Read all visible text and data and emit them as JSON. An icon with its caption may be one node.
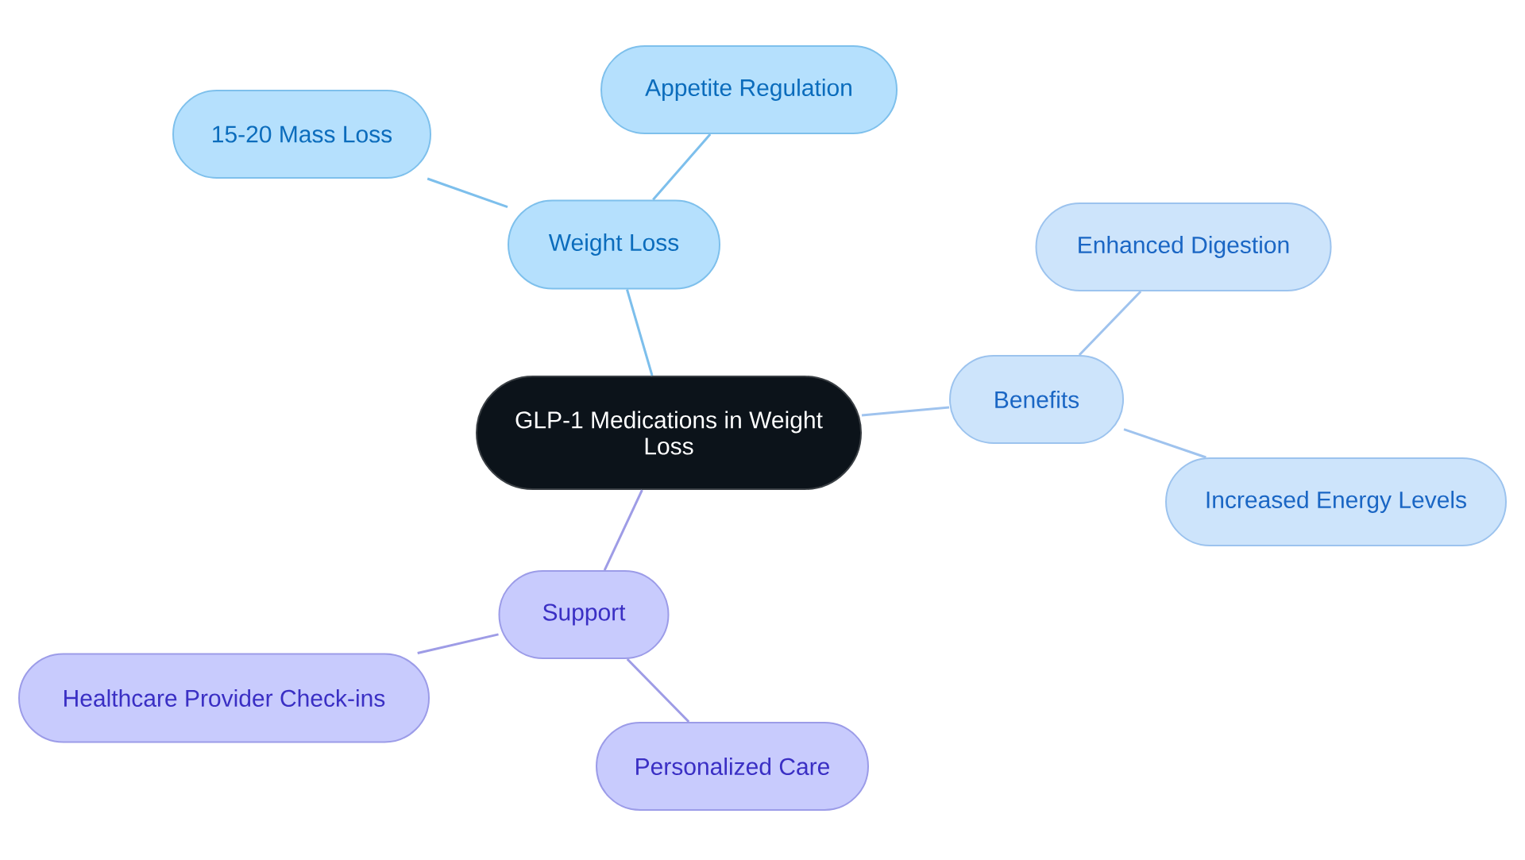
{
  "diagram": {
    "nodes": [
      {
        "text": [
          "GLP-1 Medications in Weight Loss"
        ]
      },
      {
        "text": [
          "Weight Loss"
        ]
      },
      {
        "text": [
          "15-20 Mass Loss"
        ]
      },
      {
        "text": [
          "Appetite Regulation"
        ]
      },
      {
        "text": [
          "Benefits"
        ]
      },
      {
        "text": [
          "Enhanced Digestion"
        ]
      },
      {
        "text": [
          "Increased Energy Levels"
        ]
      },
      {
        "text": [
          "Support"
        ]
      },
      {
        "text": [
          "Healthcare Provider Check-ins"
        ]
      },
      {
        "text": [
          "Personalized Care"
        ]
      }
    ],
    "edges": [
      {
        "from": 0,
        "to": 1,
        "arrow": "none",
        "color": "#7dbfec"
      },
      {
        "from": 1,
        "to": 2,
        "arrow": "none",
        "color": "#7dbfec"
      },
      {
        "from": 1,
        "to": 3,
        "arrow": "none",
        "color": "#7dbfec"
      },
      {
        "from": 0,
        "to": 4,
        "arrow": "none",
        "color": "#9fc3ee"
      },
      {
        "from": 4,
        "to": 5,
        "arrow": "none",
        "color": "#9fc3ee"
      },
      {
        "from": 4,
        "to": 6,
        "arrow": "none",
        "color": "#9fc3ee"
      },
      {
        "from": 0,
        "to": 7,
        "arrow": "none",
        "color": "#9e9ce6"
      },
      {
        "from": 7,
        "to": 8,
        "arrow": "none",
        "color": "#9e9ce6"
      },
      {
        "from": 7,
        "to": 9,
        "arrow": "none",
        "color": "#9e9ce6"
      }
    ]
  }
}
